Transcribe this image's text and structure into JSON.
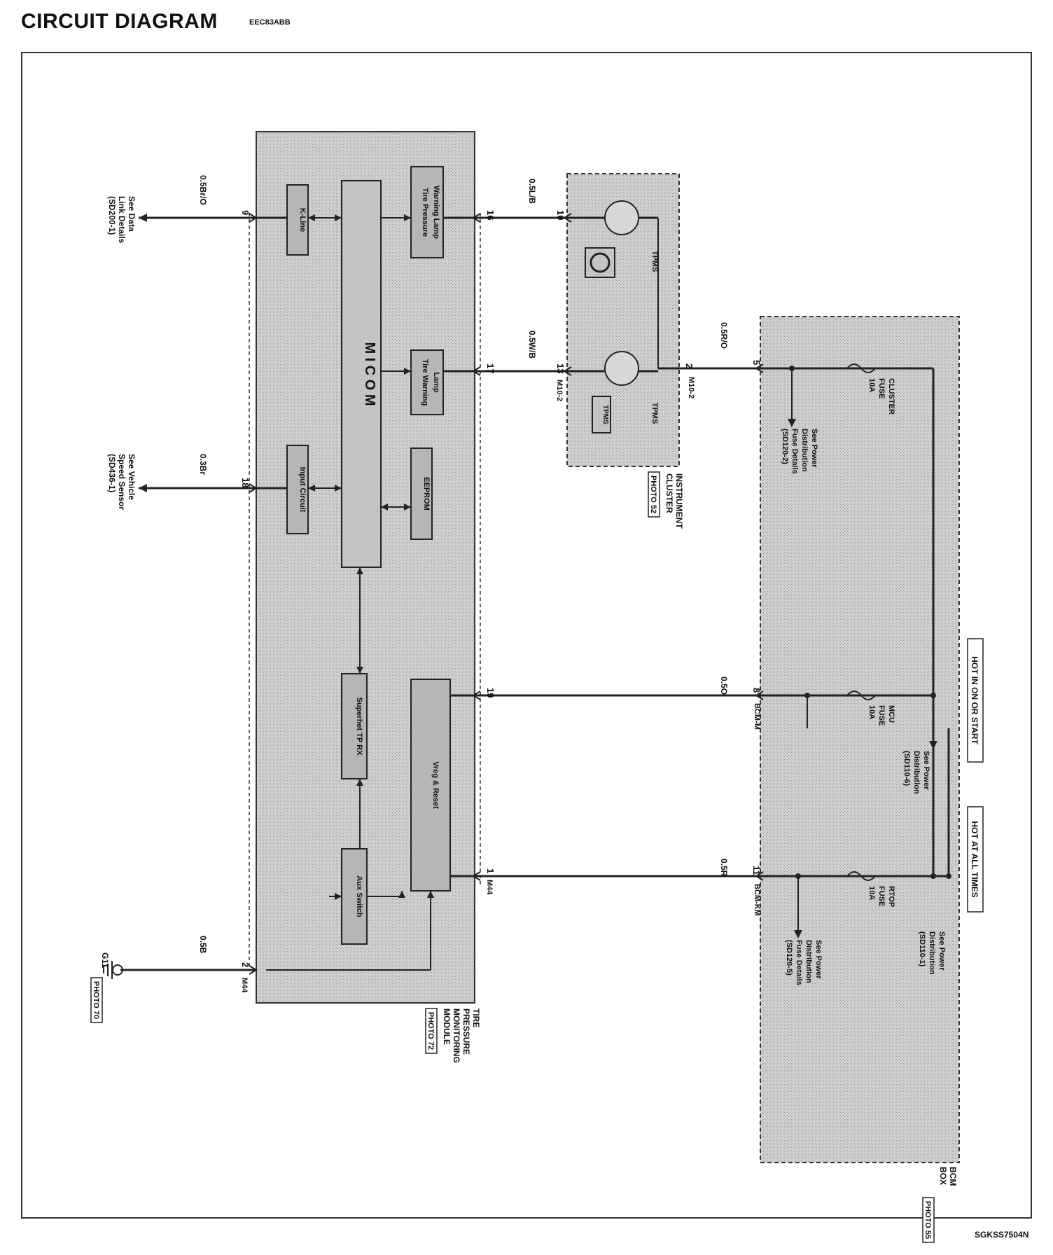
{
  "header": {
    "title": "CIRCUIT DIAGRAM",
    "code": "EEC83ABB"
  },
  "footer": {
    "code": "SGKSS7504N"
  },
  "module": {
    "name": [
      "TIRE",
      "PRESSURE",
      "MONITORING",
      "MODULE"
    ],
    "photo": "PHOTO 72",
    "blocks": {
      "micom": "M I C O M",
      "kline": "K-Line",
      "input_circuit": "Input Circuit",
      "tire_pressure_lamp": [
        "Tire Pressure",
        "Warning Lamp"
      ],
      "tire_warning_lamp": [
        "Tire Warning",
        "Lamp"
      ],
      "eeprom": "EEPROM",
      "superhet": "Superhet TP RX",
      "vreg": "Vreg & Reset",
      "aux_switch": "Aux Switch"
    }
  },
  "cluster": {
    "name": [
      "INSTRUMENT",
      "CLUSTER"
    ],
    "photo": "PHOTO 52",
    "lamp1": "TPMS",
    "lamp2": "TPMS",
    "lamp2_box": "TPMS",
    "connector": "M10-2"
  },
  "bcm": {
    "name": [
      "BCM",
      "BOX"
    ],
    "photo": "PHOTO 55",
    "hot_on_start": "HOT IN ON OR START",
    "hot_all_times": "HOT AT ALL TIMES",
    "fuse_cluster": [
      "CLUSTER",
      "FUSE",
      "10A"
    ],
    "fuse_mid": [
      "MCU",
      "FUSE",
      "10A"
    ],
    "fuse_rtop": [
      "RTOP",
      "FUSE",
      "10A"
    ],
    "note_cluster": [
      "See Power",
      "Distribution",
      "Fuse Details",
      "(SD120-2)"
    ],
    "note_mid": [
      "See Power",
      "Distribution",
      "(SD110-6)"
    ],
    "note_right_top": [
      "See Power",
      "Distribution",
      "(SD110-1)"
    ],
    "note_right_bottom": [
      "See Power",
      "Distribution",
      "Fuse Details",
      "(SD120-5)"
    ],
    "conn_bcm_m": "BCM-M",
    "conn_bcm_km": "BCM-KM"
  },
  "wires": {
    "kline": {
      "pin": "9",
      "color": "0.5Br/O",
      "note": [
        "See Data",
        "Link Details",
        "(SD200-1)"
      ]
    },
    "speed": {
      "pin": "18",
      "color": "0.3Br",
      "note": [
        "See Vehicle",
        "Speed Sensor",
        "(SD436-1)"
      ]
    },
    "gnd": {
      "pin": "2",
      "color": "0.5B",
      "connector": "M44",
      "ground": "G11",
      "photo": "PHOTO 70"
    },
    "tp_lamp": {
      "pin_module": "16",
      "pin_cluster": "10",
      "color": "0.5L/B"
    },
    "tw_lamp": {
      "pin_module": "17",
      "pin_cluster": "13",
      "color": "0.5W/B",
      "connector": "M10-2"
    },
    "feed": {
      "pin_cluster": "2",
      "pin_bcm": "5",
      "color": "0.5R/O"
    },
    "ign": {
      "pin_module": "19",
      "pin_bcm": "8",
      "color": "0.5O"
    },
    "batt": {
      "pin_module": "1",
      "pin_bcm": "11",
      "color": "0.5R",
      "connector": "M44"
    }
  }
}
